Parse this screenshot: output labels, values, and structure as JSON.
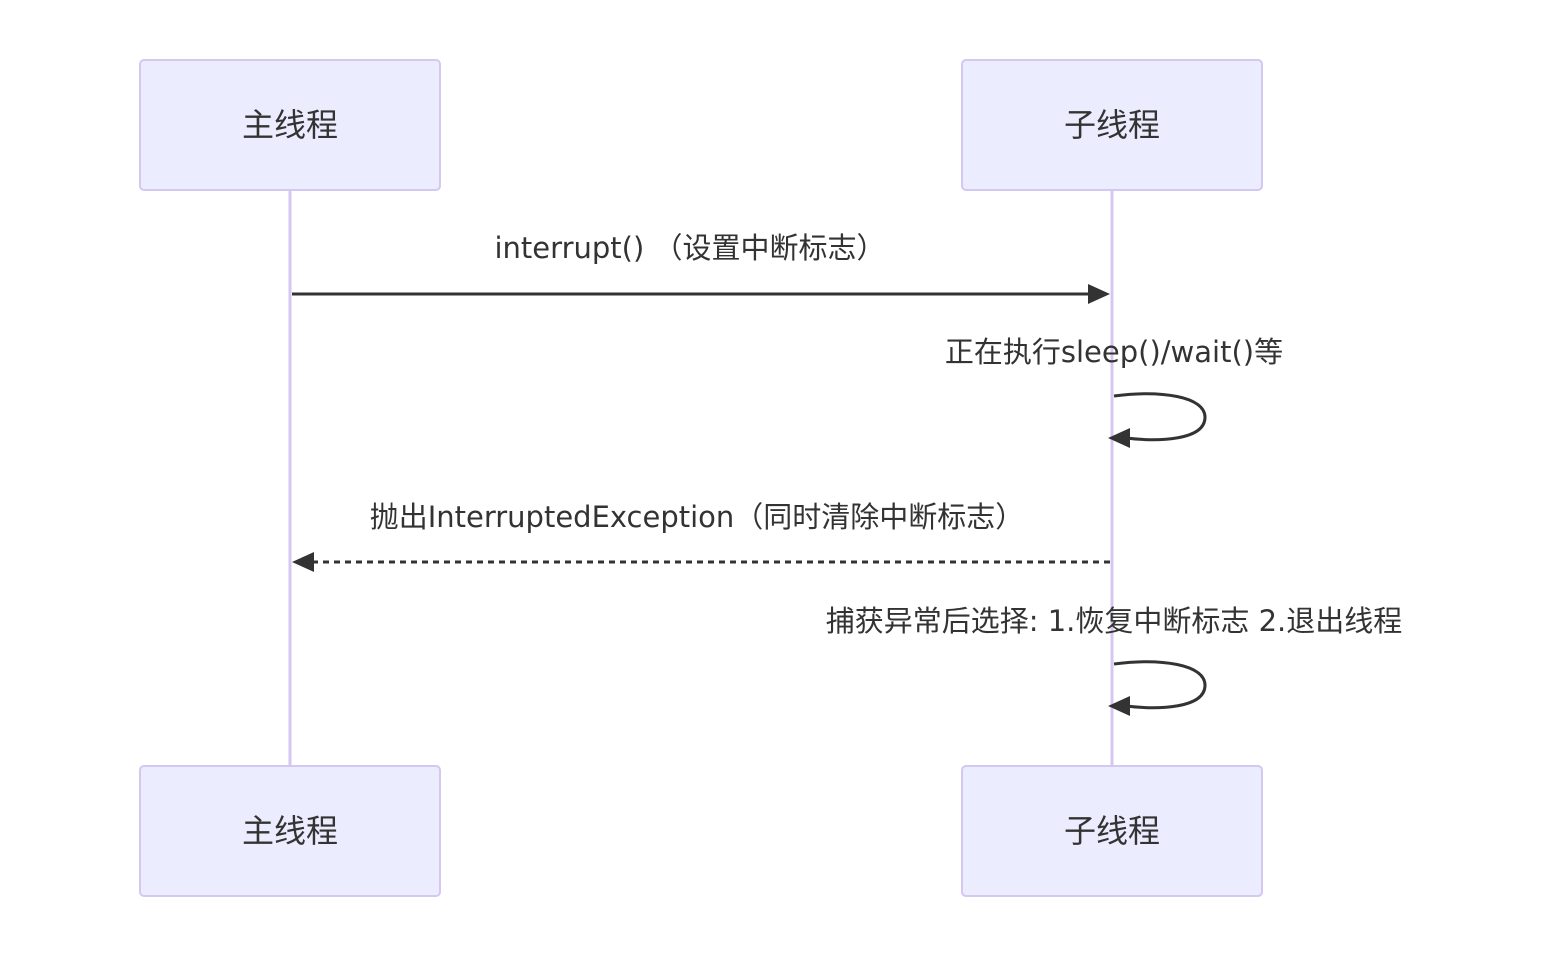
{
  "participants": {
    "main": "主线程",
    "child": "子线程"
  },
  "messages": [
    {
      "from": "main",
      "to": "child",
      "style": "solid",
      "label": "interrupt() （设置中断标志）"
    },
    {
      "from": "child",
      "to": "child",
      "style": "solid",
      "label": "正在执行sleep()/wait()等"
    },
    {
      "from": "child",
      "to": "main",
      "style": "dashed",
      "label": "抛出InterruptedException（同时清除中断标志）"
    },
    {
      "from": "child",
      "to": "child",
      "style": "solid",
      "label": "捕获异常后选择: 1.恢复中断标志 2.退出线程"
    }
  ],
  "colors": {
    "actor_fill": "#ececff",
    "actor_border": "#d4c7f2",
    "line": "#333333",
    "text": "#333333"
  }
}
